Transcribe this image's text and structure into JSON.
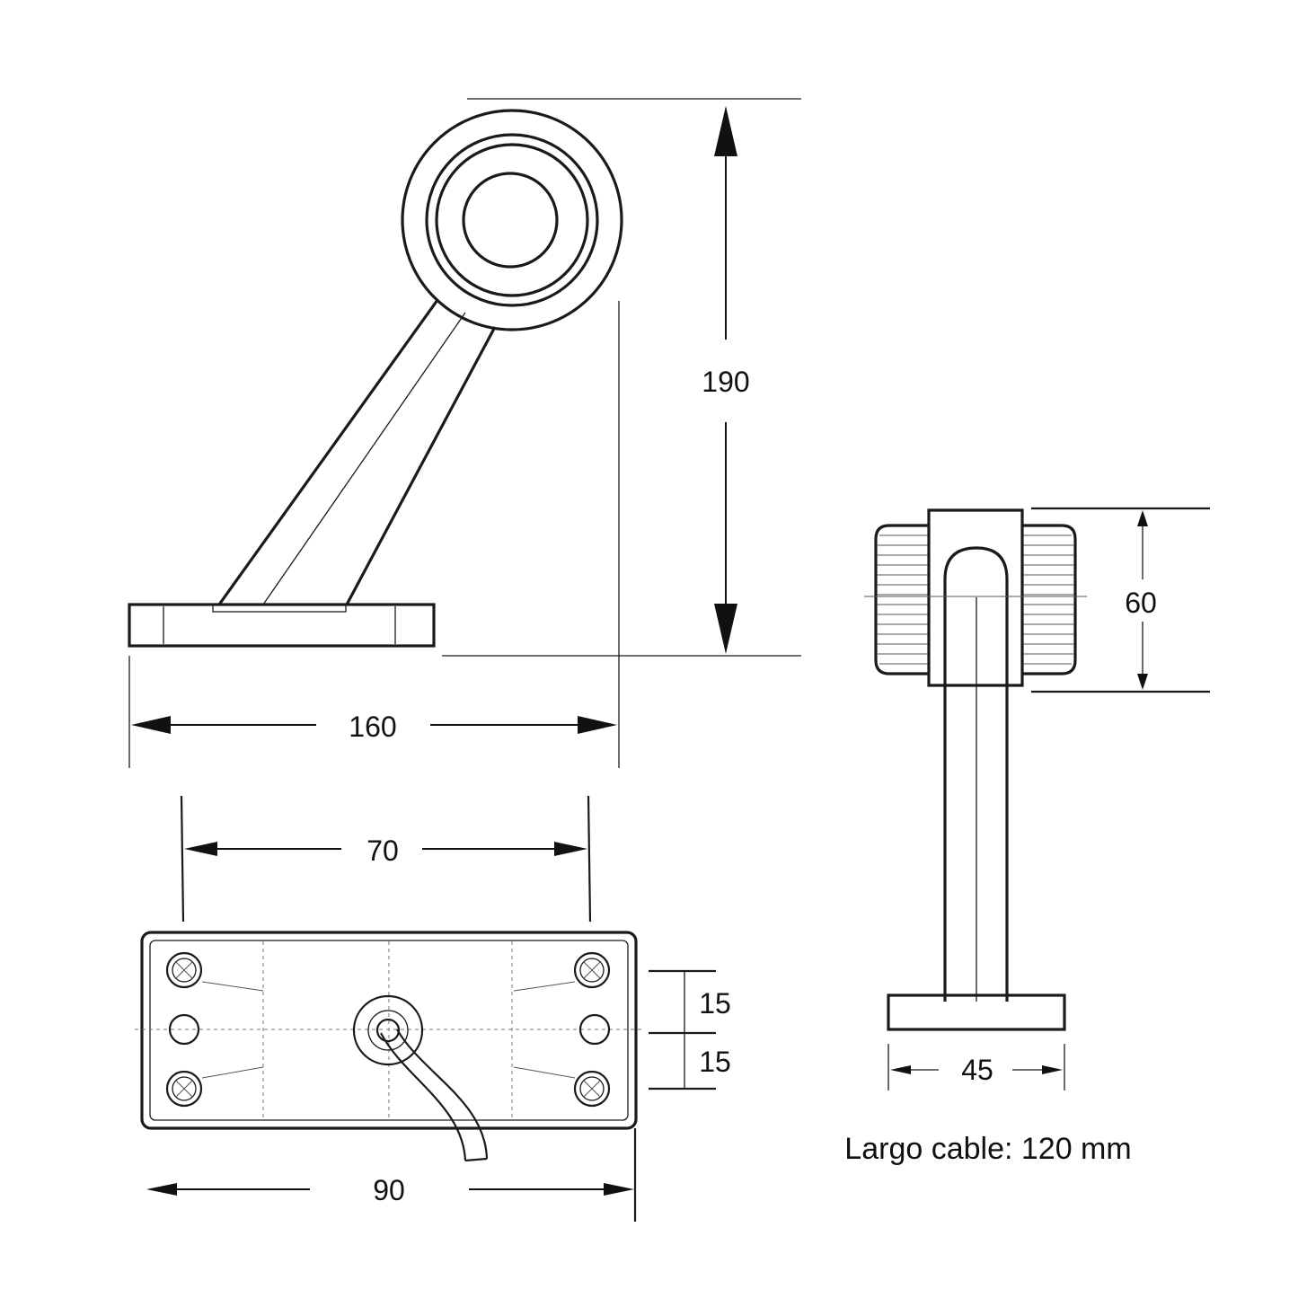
{
  "dimensions": {
    "height": "190",
    "length": "160",
    "mount_spacing": "70",
    "base_length": "90",
    "hole_pitch_upper": "15",
    "hole_pitch_lower": "15",
    "lamp_width": "60",
    "base_width": "45"
  },
  "note": "Largo cable: 120 mm"
}
